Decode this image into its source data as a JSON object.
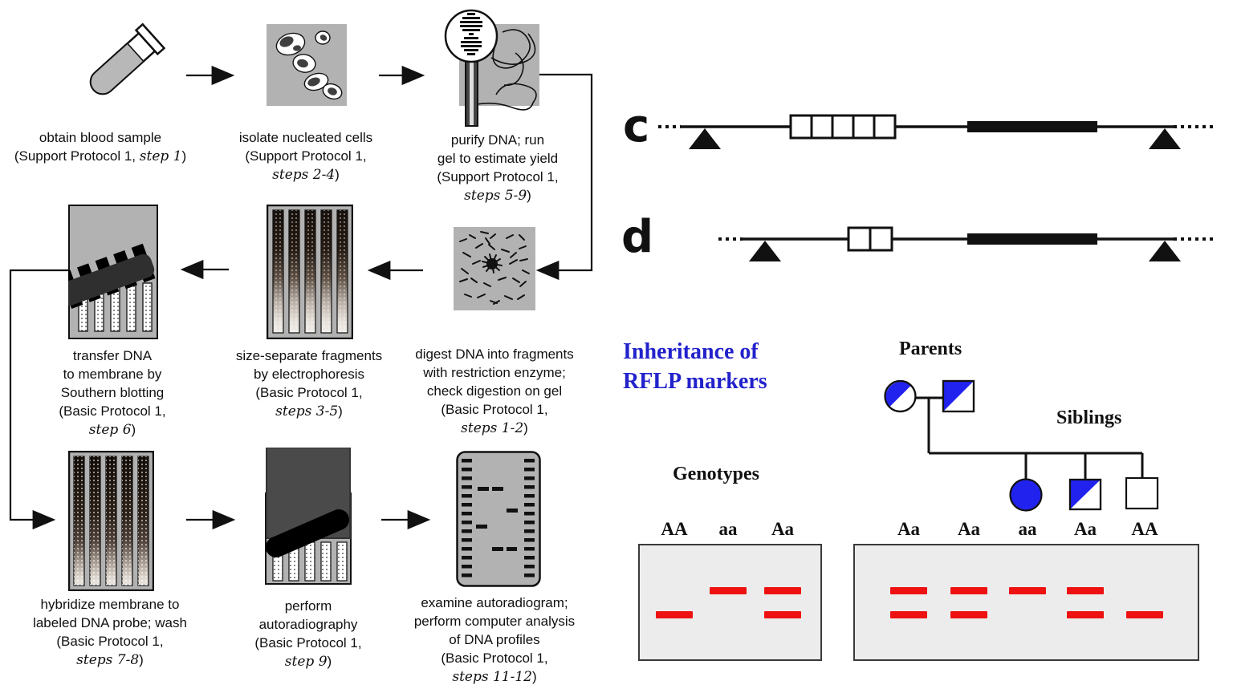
{
  "colors": {
    "diagram_gray": "#b2b2b2",
    "accent_blue": "#2222cc",
    "band_red": "#ee1111",
    "pedigree_blue": "#2222ee",
    "line_black": "#111111"
  },
  "flow_steps": [
    {
      "name": "obtain-blood-sample",
      "caption": [
        "obtain blood sample",
        {
          "pre": "(Support Protocol 1, ",
          "it": "step 1",
          "post": ")"
        }
      ]
    },
    {
      "name": "isolate-nucleated-cells",
      "caption": [
        "isolate nucleated cells",
        "(Support Protocol 1,",
        {
          "it": "steps 2-4",
          "post": ")"
        }
      ]
    },
    {
      "name": "purify-dna",
      "caption": [
        "purify DNA; run",
        "gel to estimate yield",
        "(Support Protocol 1,",
        {
          "it": "steps 5-9",
          "post": ")"
        }
      ]
    },
    {
      "name": "digest-dna",
      "caption": [
        "digest DNA into fragments",
        "with restriction enzyme;",
        "check digestion on gel",
        "(Basic Protocol 1,",
        {
          "it": "steps 1-2",
          "post": ")"
        }
      ]
    },
    {
      "name": "size-separate-fragments",
      "caption": [
        "size-separate fragments",
        "by electrophoresis",
        "(Basic Protocol 1,",
        {
          "it": "steps 3-5",
          "post": ")"
        }
      ]
    },
    {
      "name": "transfer-dna",
      "caption": [
        "transfer DNA",
        "to membrane by",
        "Southern blotting",
        "(Basic Protocol 1,",
        {
          "it": "step 6",
          "post": ")"
        }
      ]
    },
    {
      "name": "hybridize-membrane",
      "caption": [
        "hybridize membrane to",
        "labeled DNA probe; wash",
        "(Basic Protocol 1,",
        {
          "it": "steps 7-8",
          "post": ")"
        }
      ]
    },
    {
      "name": "perform-autoradiography",
      "caption": [
        "perform",
        "autoradiography",
        "(Basic Protocol 1,",
        {
          "it": "step 9",
          "post": ")"
        }
      ]
    },
    {
      "name": "examine-autoradiogram",
      "caption": [
        "examine autoradiogram;",
        "perform computer analysis",
        "of DNA profiles",
        "(Basic Protocol 1,",
        {
          "it": "steps 11-12",
          "post": ")"
        }
      ]
    }
  ],
  "maps": {
    "c_label": "c",
    "d_label": "d",
    "c_repeat_boxes": 5,
    "d_repeat_boxes": 2
  },
  "inheritance": {
    "title_line1": "Inheritance of",
    "title_line2": "RFLP markers",
    "parents_label": "Parents",
    "siblings_label": "Siblings",
    "genotypes_label": "Genotypes",
    "pedigree": [
      {
        "member": "mother",
        "symbol": "circle",
        "fill": "half",
        "genotype": "Aa"
      },
      {
        "member": "father",
        "symbol": "square",
        "fill": "half",
        "genotype": "Aa"
      },
      {
        "member": "child-1",
        "symbol": "circle",
        "fill": "solid",
        "genotype": "aa"
      },
      {
        "member": "child-2",
        "symbol": "square",
        "fill": "half",
        "genotype": "Aa"
      },
      {
        "member": "child-3",
        "symbol": "square",
        "fill": "empty",
        "genotype": "AA"
      }
    ]
  },
  "gels": {
    "genotype_gel": {
      "lane_centers": [
        43,
        110,
        178
      ],
      "band_top_high": 52,
      "band_top_low": 82,
      "band_w": 46,
      "band_h": 9,
      "lanes": [
        {
          "label": "AA",
          "bands": [
            "low"
          ]
        },
        {
          "label": "aa",
          "bands": [
            "high"
          ]
        },
        {
          "label": "Aa",
          "bands": [
            "high",
            "low"
          ]
        }
      ]
    },
    "family_gel": {
      "lane_centers": [
        67,
        142,
        215,
        287,
        361
      ],
      "band_top_high": 52,
      "band_top_low": 82,
      "band_w": 46,
      "band_h": 9,
      "lanes": [
        {
          "label": "Aa",
          "bands": [
            "high",
            "low"
          ]
        },
        {
          "label": "Aa",
          "bands": [
            "high",
            "low"
          ]
        },
        {
          "label": "aa",
          "bands": [
            "high"
          ]
        },
        {
          "label": "Aa",
          "bands": [
            "high",
            "low"
          ]
        },
        {
          "label": "AA",
          "bands": [
            "low"
          ]
        }
      ]
    }
  }
}
